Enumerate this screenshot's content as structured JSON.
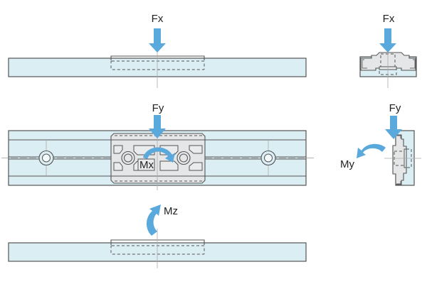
{
  "diagram": {
    "title": "Linear guide load directions",
    "colors": {
      "arrow": "#5aa9dd",
      "rail_fill": "#dbeef4",
      "block_fill": "#e4e6e8",
      "outline": "#555555"
    },
    "views": [
      {
        "id": "side-view-fx",
        "load_label": "Fx",
        "load_type": "force"
      },
      {
        "id": "end-view-fx",
        "load_label": "Fx",
        "load_type": "force"
      },
      {
        "id": "top-view-fy-mx",
        "load_label": "Fy",
        "moment_label": "Mx",
        "load_type": "force+moment"
      },
      {
        "id": "end-view-fy-my",
        "load_label": "Fy",
        "moment_label": "My",
        "load_type": "force+moment"
      },
      {
        "id": "side-view-mz",
        "moment_label": "Mz",
        "load_type": "moment"
      }
    ]
  }
}
